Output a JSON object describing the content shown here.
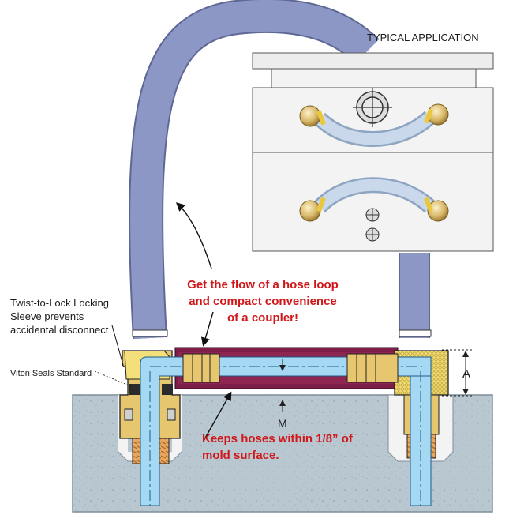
{
  "inset_title": "TYPICAL APPLICATION",
  "callouts": {
    "twist_lock": [
      "Twist-to-Lock Locking",
      "Sleeve prevents",
      "accidental disconnect"
    ],
    "viton_seals": "Viton Seals Standard"
  },
  "headline": [
    "Get the flow of a hose loop",
    "and compact convenience",
    "of a coupler!"
  ],
  "surface_note": [
    "Keeps hoses within 1/8” of",
    "mold surface."
  ],
  "dimensions": {
    "height_label": "A",
    "mold_label": "M"
  },
  "colors": {
    "hose": "#8d97c6",
    "water": "#a5d8f2",
    "brass": "#e6c66e",
    "brass_bright": "#f4e07a",
    "copper": "#e8a860",
    "sleeve": "#7e1d47",
    "mold": "#b8c6d0",
    "accent_red": "#d0181a"
  }
}
